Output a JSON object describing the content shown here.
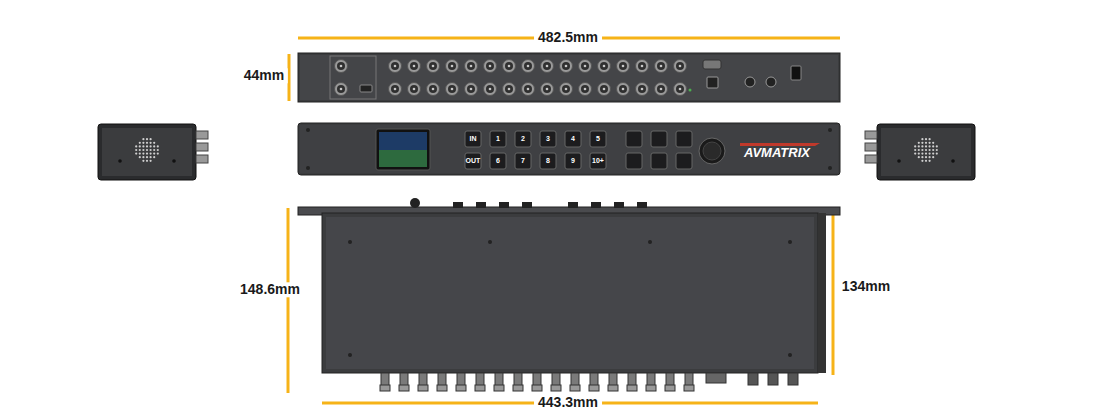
{
  "diagram": {
    "labels": [
      "482.5mm",
      "44mm",
      "148.6mm",
      "134mm",
      "443.3mm",
      "IN",
      "1",
      "2",
      "3",
      "4",
      "5",
      "OUT",
      "6",
      "7",
      "8",
      "9",
      "10+",
      "AVMATRIX"
    ]
  }
}
